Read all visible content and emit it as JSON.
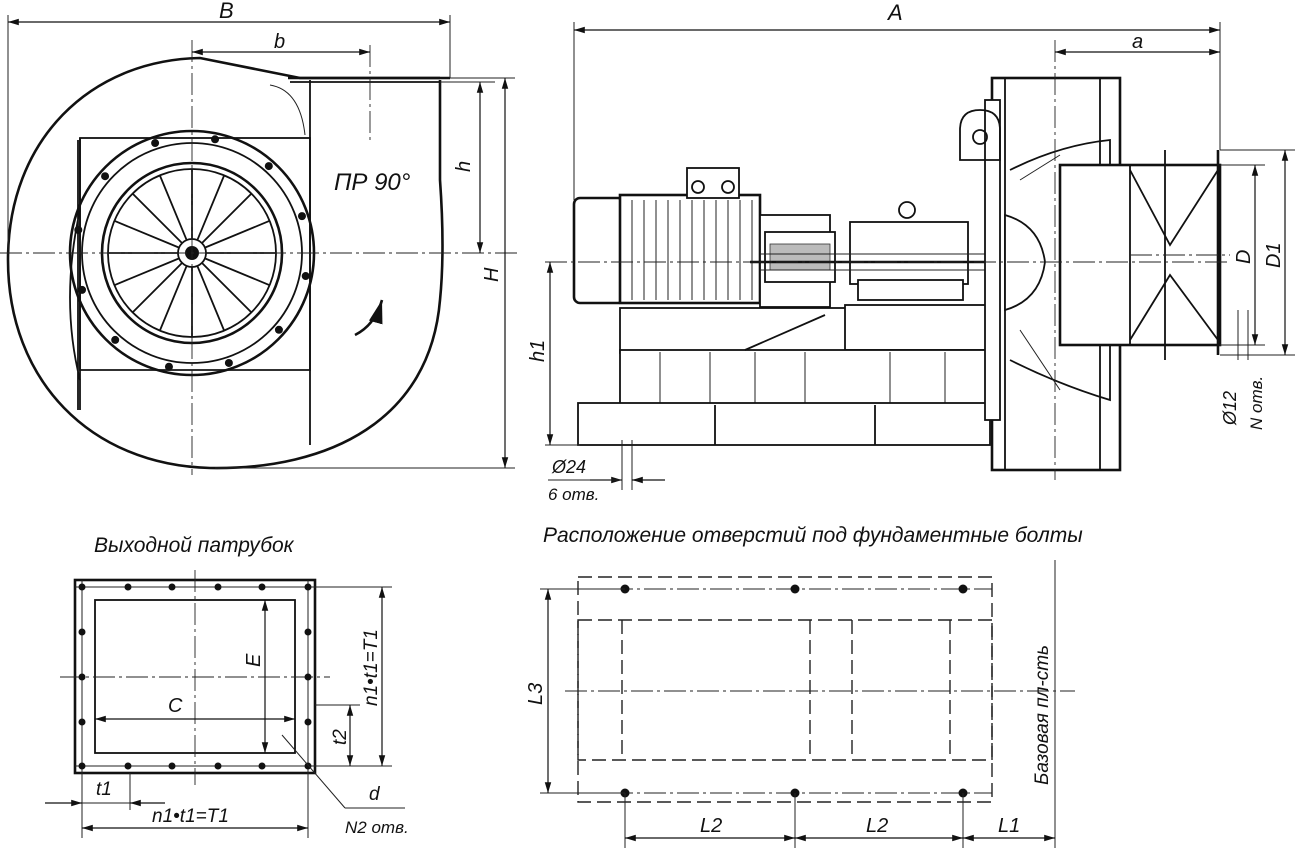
{
  "top_view": {
    "dim_B": "B",
    "dim_b": "b",
    "dim_h": "h",
    "dim_H": "H",
    "rotation_label": "ПР 90°"
  },
  "side_view": {
    "dim_A": "A",
    "dim_a": "a",
    "dim_h1": "h1",
    "dim_D": "D",
    "dim_D1": "D1",
    "hole_diameter_base": "Ø24",
    "hole_count_base": "6 отв.",
    "hole_diameter_flange": "Ø12",
    "hole_count_flange": "N отв."
  },
  "outlet": {
    "title": "Выходной патрубок",
    "dim_C": "C",
    "dim_E": "E",
    "dim_t1": "t1",
    "dim_t2": "t2",
    "dim_n1t1_bottom": "n1•t1=T1",
    "dim_n1t1_side": "n1•t1=T1",
    "dim_d": "d",
    "hole_count": "N2 отв."
  },
  "foundation": {
    "title": "Расположение отверстий под фундаментные болты",
    "dim_L3": "L3",
    "dim_L2_left": "L2",
    "dim_L2_right": "L2",
    "dim_L1": "L1",
    "base_plane_label": "Базовая пл-сть"
  }
}
